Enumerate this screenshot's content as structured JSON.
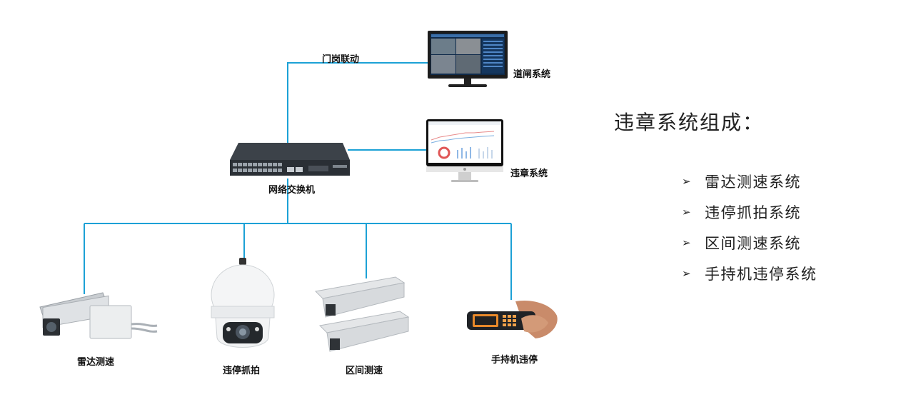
{
  "diagram": {
    "top_link_label": "门岗联动",
    "gate_system_label": "道闸系统",
    "violation_system_label": "违章系统",
    "switch_label": "网络交换机",
    "devices": [
      {
        "key": "radar",
        "label": "雷达测速"
      },
      {
        "key": "ptz",
        "label": "违停抓拍"
      },
      {
        "key": "section",
        "label": "区间测速"
      },
      {
        "key": "handheld",
        "label": "手持机违停"
      }
    ],
    "line_color": "#1ca1d6"
  },
  "summary": {
    "title": "违章系统组成：",
    "items": [
      "雷达测速系统",
      "违停抓拍系统",
      "区间测速系统",
      "手持机违停系统"
    ]
  },
  "icons": [
    "monitor-icon",
    "imac-icon",
    "network-switch-icon",
    "radar-camera-icon",
    "dome-camera-icon",
    "box-camera-icon",
    "handheld-terminal-icon",
    "arrow-bullet-icon"
  ]
}
